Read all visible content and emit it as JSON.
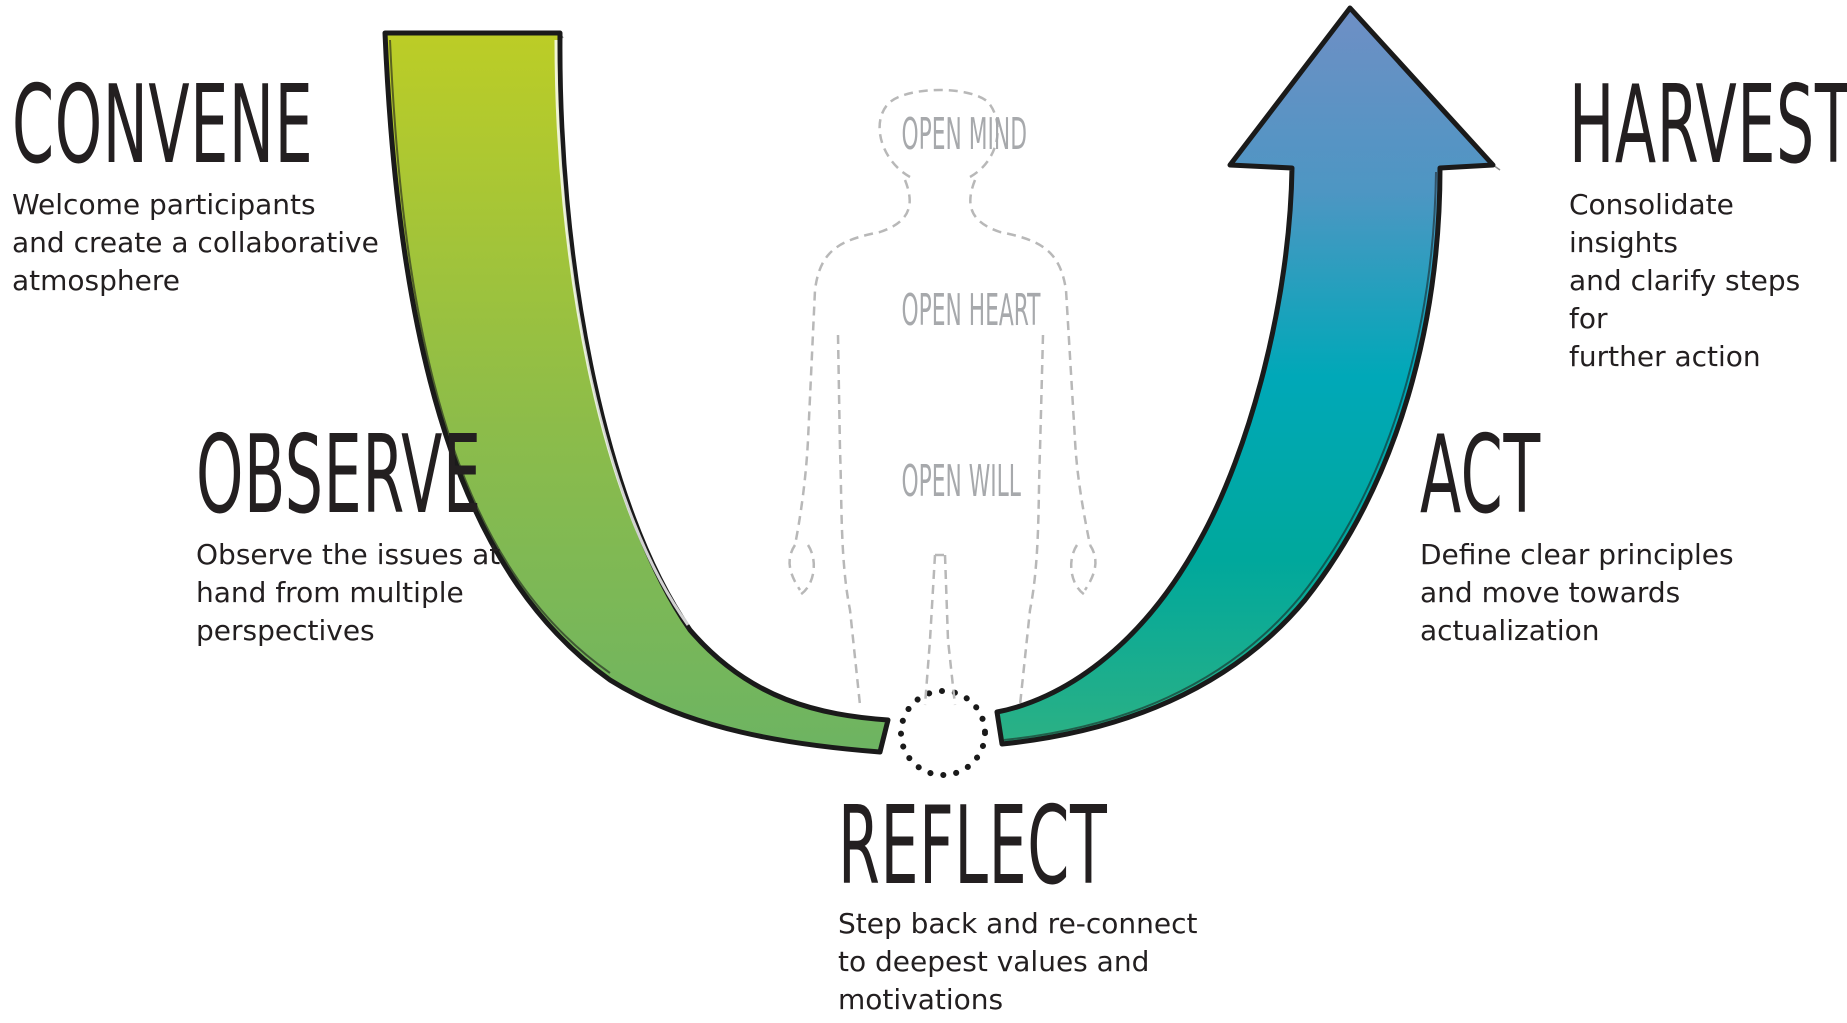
{
  "stages": {
    "convene": {
      "title": "CONVENE",
      "description": "Welcome participants\nand create a collaborative\natmosphere"
    },
    "observe": {
      "title": "OBSERVE",
      "description": "Observe the issues at\nhand from multiple\nperspectives"
    },
    "reflect": {
      "title": "REFLECT",
      "description": "Step back and re-connect\nto deepest values and\nmotivations"
    },
    "act": {
      "title": "ACT",
      "description": "Define clear principles\nand move towards\nactualization"
    },
    "harvest": {
      "title": "HARVEST",
      "description": "Consolidate insights\nand clarify steps for\nfurther action"
    }
  },
  "figure": {
    "labels": {
      "mind": "OPEN MIND",
      "heart": "OPEN HEART",
      "will": "OPEN WILL"
    }
  },
  "colors": {
    "descent_top": "#bccd26",
    "descent_bottom": "#6db462",
    "ascent_bottom": "#1fae8b",
    "ascent_mid": "#00a8b5",
    "ascent_top": "#6d8fc4",
    "outline": "#1a1a1a",
    "figure_line": "#b8b8b8",
    "text": "#231f20"
  }
}
